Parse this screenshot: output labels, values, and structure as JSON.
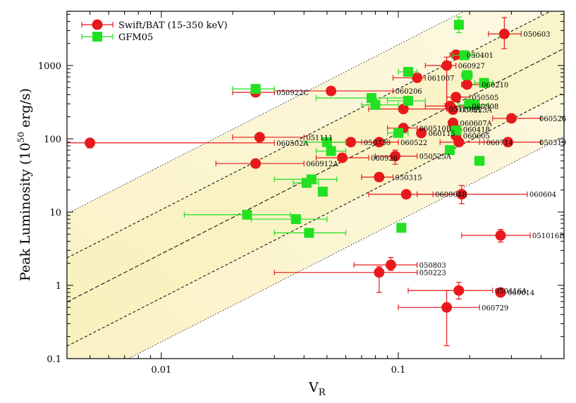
{
  "chart_data": {
    "type": "scatter",
    "xlabel": "V",
    "xlabel_sub": "R",
    "ylabel": "Peak Luminosity (10",
    "ylabel_sup": "50",
    "ylabel_tail": " erg/s)",
    "xscale": "log",
    "yscale": "log",
    "xlim": [
      0.004,
      0.5
    ],
    "ylim": [
      0.1,
      5500
    ],
    "xticks": [
      {
        "value": 0.01,
        "label": "0.01"
      },
      {
        "value": 0.1,
        "label": "0.1"
      }
    ],
    "yticks": [
      {
        "value": 0.1,
        "label": "0.1"
      },
      {
        "value": 1,
        "label": "1"
      },
      {
        "value": 10,
        "label": "10"
      },
      {
        "value": 100,
        "label": "100"
      },
      {
        "value": 1000,
        "label": "1000"
      }
    ],
    "legend_position": "top-left",
    "bands": {
      "slope": 1.65,
      "center_at_0p1": 120,
      "dashed_factors": [
        0.25,
        4
      ],
      "dotted_factors": [
        0.063,
        16
      ],
      "fill_color": "#f7f0b8"
    },
    "series": [
      {
        "name": "Swift/BAT (15-350 keV)",
        "color": "#e8191c",
        "marker": "circle",
        "points": [
          {
            "x": 0.28,
            "y": 2700,
            "xerr": [
              0.24,
              0.33
            ],
            "yerr": [
              1700,
              4500
            ],
            "label": "050603"
          },
          {
            "x": 0.175,
            "y": 1400,
            "xerr": [
              0.165,
              0.19
            ],
            "label": "050401"
          },
          {
            "x": 0.16,
            "y": 1000,
            "xerr": [
              0.13,
              0.175
            ],
            "yerr": [
              300,
              1300
            ],
            "label": "060927"
          },
          {
            "x": 0.12,
            "y": 680,
            "xerr": [
              0.095,
              0.13
            ],
            "label": "061007"
          },
          {
            "x": 0.195,
            "y": 550,
            "xerr": [
              0.185,
              0.22
            ],
            "label": "060210"
          },
          {
            "x": 0.052,
            "y": 450,
            "xerr": [
              0.03,
              0.095
            ],
            "label": "060206"
          },
          {
            "x": 0.025,
            "y": 430,
            "xerr": [
              0.02,
              0.03
            ],
            "label": "050922C"
          },
          {
            "x": 0.175,
            "y": 370,
            "xerr": [
              0.16,
              0.2
            ],
            "label": "050505"
          },
          {
            "x": 0.165,
            "y": 280,
            "xerr": [
              0.13,
              0.2
            ],
            "label": "060908"
          },
          {
            "x": 0.105,
            "y": 255,
            "xerr": [
              0.075,
              0.16
            ],
            "label": "051109A"
          },
          {
            "x": 0.17,
            "y": 250,
            "label": "050223A"
          },
          {
            "x": 0.3,
            "y": 190,
            "xerr": [
              0.25,
              0.4
            ],
            "label": "060526"
          },
          {
            "x": 0.17,
            "y": 165,
            "label": "060607A"
          },
          {
            "x": 0.105,
            "y": 140,
            "xerr": [
              0.09,
              0.12
            ],
            "label": "060510B"
          },
          {
            "x": 0.175,
            "y": 135,
            "label": "060418"
          },
          {
            "x": 0.125,
            "y": 120,
            "label": "060115"
          },
          {
            "x": 0.175,
            "y": 110,
            "label": "060605"
          },
          {
            "x": 0.026,
            "y": 105,
            "xerr": [
              0.02,
              0.04
            ],
            "label": "051111"
          },
          {
            "x": 0.005,
            "y": 88,
            "xerr": [
              0.004,
              0.03
            ],
            "yerr": [
              75,
              100
            ],
            "label": "060502A"
          },
          {
            "x": 0.063,
            "y": 90,
            "xerr": [
              0.05,
              0.07
            ],
            "label": "050730"
          },
          {
            "x": 0.083,
            "y": 90,
            "xerr": [
              0.06,
              0.1
            ],
            "label": "060522"
          },
          {
            "x": 0.18,
            "y": 90,
            "xerr": [
              0.15,
              0.23
            ],
            "label": "060714"
          },
          {
            "x": 0.29,
            "y": 90,
            "xerr": [
              0.22,
              0.4
            ],
            "label": "050319"
          },
          {
            "x": 0.097,
            "y": 58,
            "xerr": [
              0.08,
              0.12
            ],
            "yerr": [
              45,
              70
            ],
            "label": "050525A"
          },
          {
            "x": 0.058,
            "y": 55,
            "xerr": [
              0.045,
              0.075
            ],
            "label": "060926"
          },
          {
            "x": 0.025,
            "y": 46,
            "xerr": [
              0.017,
              0.04
            ],
            "label": "060912A"
          },
          {
            "x": 0.083,
            "y": 30,
            "xerr": [
              0.07,
              0.095
            ],
            "label": "050315"
          },
          {
            "x": 0.108,
            "y": 17.5,
            "xerr": [
              0.075,
              0.14
            ],
            "label": "060904B"
          },
          {
            "x": 0.185,
            "y": 17.5,
            "xerr": [
              0.12,
              0.35
            ],
            "yerr": [
              13,
              23
            ],
            "label": "060604"
          },
          {
            "x": 0.27,
            "y": 4.8,
            "xerr": [
              0.185,
              0.36
            ],
            "yerr": [
              3.9,
              5.8
            ],
            "label": "051016B"
          },
          {
            "x": 0.093,
            "y": 1.9,
            "xerr": [
              0.065,
              0.12
            ],
            "yerr": [
              1.6,
              2.4
            ],
            "label": "050803"
          },
          {
            "x": 0.083,
            "y": 1.5,
            "xerr": [
              0.03,
              0.12
            ],
            "yerr": [
              0.8,
              1.8
            ],
            "label": "050223"
          },
          {
            "x": 0.18,
            "y": 0.85,
            "xerr": [
              0.11,
              0.25
            ],
            "yerr": [
              0.65,
              1.1
            ],
            "label": "050416A"
          },
          {
            "x": 0.27,
            "y": 0.8,
            "label": "060614"
          },
          {
            "x": 0.16,
            "y": 0.5,
            "xerr": [
              0.1,
              0.22
            ],
            "yerr": [
              0.15,
              0.85
            ],
            "label": "060729"
          }
        ]
      },
      {
        "name": "GFM05",
        "color": "#22e022",
        "marker": "square",
        "points": [
          {
            "x": 0.18,
            "y": 3600,
            "yerr": [
              2800,
              4600
            ]
          },
          {
            "x": 0.19,
            "y": 1380,
            "xerr": [
              0.17,
              0.21
            ]
          },
          {
            "x": 0.11,
            "y": 820,
            "xerr": [
              0.1,
              0.12
            ]
          },
          {
            "x": 0.195,
            "y": 740,
            "xerr": [
              0.185,
              0.205
            ]
          },
          {
            "x": 0.23,
            "y": 580,
            "xerr": [
              0.21,
              0.25
            ]
          },
          {
            "x": 0.025,
            "y": 480,
            "xerr": [
              0.02,
              0.03
            ]
          },
          {
            "x": 0.077,
            "y": 360,
            "xerr": [
              0.045,
              0.11
            ]
          },
          {
            "x": 0.11,
            "y": 330,
            "xerr": [
              0.09,
              0.13
            ]
          },
          {
            "x": 0.08,
            "y": 290,
            "xerr": [
              0.07,
              0.1
            ]
          },
          {
            "x": 0.2,
            "y": 300,
            "xerr": [
              0.19,
              0.215
            ]
          },
          {
            "x": 0.21,
            "y": 290,
            "xerr": [
              0.18,
              0.24
            ]
          },
          {
            "x": 0.175,
            "y": 130,
            "xerr": [
              0.165,
              0.185
            ]
          },
          {
            "x": 0.1,
            "y": 120,
            "xerr": [
              0.09,
              0.11
            ]
          },
          {
            "x": 0.05,
            "y": 90,
            "xerr": [
              0.04,
              0.06
            ]
          },
          {
            "x": 0.052,
            "y": 68,
            "xerr": [
              0.045,
              0.06
            ]
          },
          {
            "x": 0.165,
            "y": 70,
            "xerr": [
              0.16,
              0.17
            ]
          },
          {
            "x": 0.22,
            "y": 50,
            "xerr": [
              0.21,
              0.23
            ]
          },
          {
            "x": 0.043,
            "y": 28,
            "xerr": [
              0.03,
              0.055
            ]
          },
          {
            "x": 0.041,
            "y": 25,
            "xerr": [
              0.036,
              0.046
            ]
          },
          {
            "x": 0.048,
            "y": 19,
            "xerr": [
              0.046,
              0.05
            ]
          },
          {
            "x": 0.023,
            "y": 9.2,
            "xerr": [
              0.0125,
              0.035
            ]
          },
          {
            "x": 0.037,
            "y": 8,
            "xerr": [
              0.024,
              0.05
            ]
          },
          {
            "x": 0.042,
            "y": 5.2,
            "xerr": [
              0.03,
              0.06
            ]
          },
          {
            "x": 0.103,
            "y": 6.1,
            "xerr": [
              0.1,
              0.106
            ]
          }
        ]
      }
    ]
  }
}
